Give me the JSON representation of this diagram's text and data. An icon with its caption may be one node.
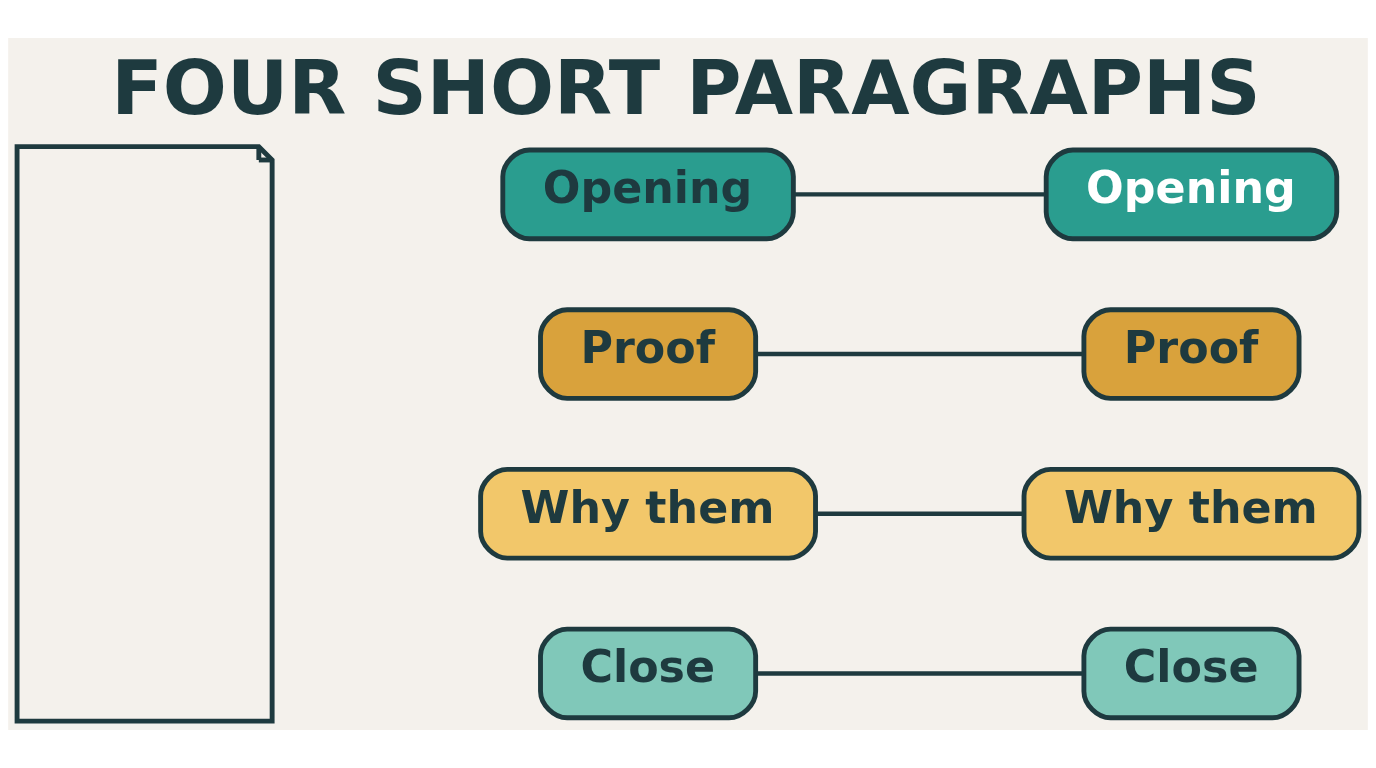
{
  "diagram": {
    "title": "FOUR SHORT PARAGRAPHS",
    "nodes": [
      {
        "text": [],
        "shape": "document"
      },
      {
        "text": [
          "Opening"
        ]
      },
      {
        "text": [
          "Opening"
        ]
      },
      {
        "text": [
          "Proof"
        ]
      },
      {
        "text": [
          "Proof"
        ]
      },
      {
        "text": [
          "Why them"
        ]
      },
      {
        "text": [
          "Why them"
        ]
      },
      {
        "text": [
          "Close"
        ]
      },
      {
        "text": [
          "Close"
        ]
      }
    ],
    "edges": [
      {
        "from": 1,
        "to": 2,
        "arrow": "none"
      },
      {
        "from": 3,
        "to": 4,
        "arrow": "none"
      },
      {
        "from": 5,
        "to": 6,
        "arrow": "none"
      },
      {
        "from": 7,
        "to": 8,
        "arrow": "none"
      }
    ]
  }
}
